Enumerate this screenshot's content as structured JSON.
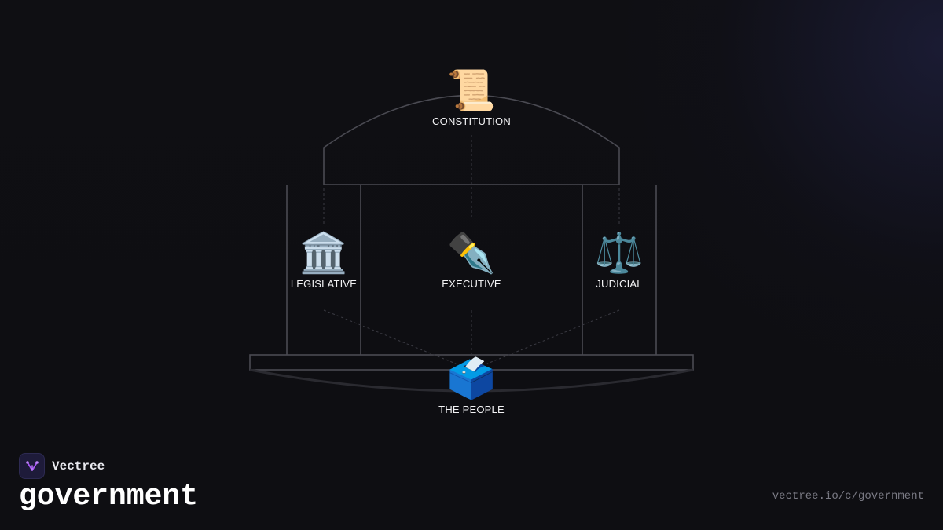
{
  "diagram": {
    "nodes": {
      "constitution": {
        "label": "CONSTITUTION",
        "icon": "scroll-icon",
        "glyph": "📜"
      },
      "legislative": {
        "label": "LEGISLATIVE",
        "icon": "classical-building-icon",
        "glyph": "🏛️"
      },
      "executive": {
        "label": "EXECUTIVE",
        "icon": "fountain-pen-icon",
        "glyph": "✒️"
      },
      "judicial": {
        "label": "JUDICIAL",
        "icon": "balance-scale-icon",
        "glyph": "⚖️"
      },
      "people": {
        "label": "THE PEOPLE",
        "icon": "ballot-box-icon",
        "glyph": "🗳️"
      }
    },
    "colors": {
      "structure_stroke": "#4a4a52",
      "connector_stroke": "#3a3a42",
      "base_curve": "#2a2a30"
    }
  },
  "brand": {
    "name": "Vectree",
    "logo_icon": "vectree-logo-icon",
    "logo_color": "#a855f7"
  },
  "page": {
    "title": "government",
    "url": "vectree.io/c/government"
  }
}
